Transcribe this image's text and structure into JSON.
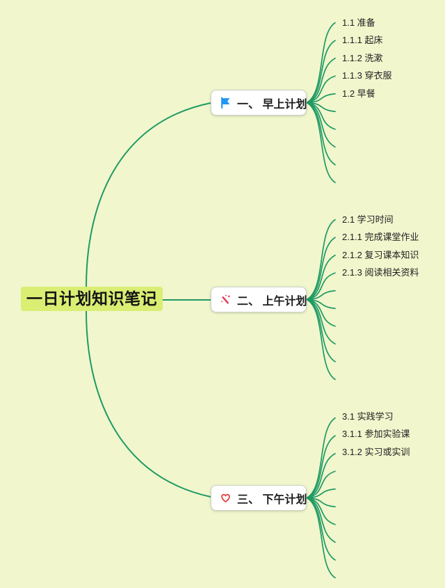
{
  "root": {
    "title": "一日计划知识笔记"
  },
  "branches": [
    {
      "label": "一、 早上计划",
      "icon": "flag-icon",
      "branch_count": 10,
      "leaves": [
        "1.1 准备",
        "1.1.1 起床",
        "1.1.2 洗漱",
        "1.1.3 穿衣服",
        "1.2 早餐"
      ]
    },
    {
      "label": "二、 上午计划",
      "icon": "wand-icon",
      "branch_count": 10,
      "leaves": [
        "2.1 学习时间",
        "2.1.1 完成课堂作业",
        "2.1.2 复习课本知识",
        "2.1.3 阅读相关资料"
      ]
    },
    {
      "label": "三、 下午计划",
      "icon": "heart-icon",
      "branch_count": 10,
      "leaves": [
        "3.1 实践学习",
        "3.1.1 参加实验课",
        "3.1.2 实习或实训"
      ]
    }
  ],
  "colors": {
    "background": "#f1f6cd",
    "root_bg": "#d9ee73",
    "line": "#1f9a64",
    "node_border": "#ccd3c6",
    "flag": "#2196f3",
    "wand": "#e23e57",
    "heart": "#e53935"
  }
}
